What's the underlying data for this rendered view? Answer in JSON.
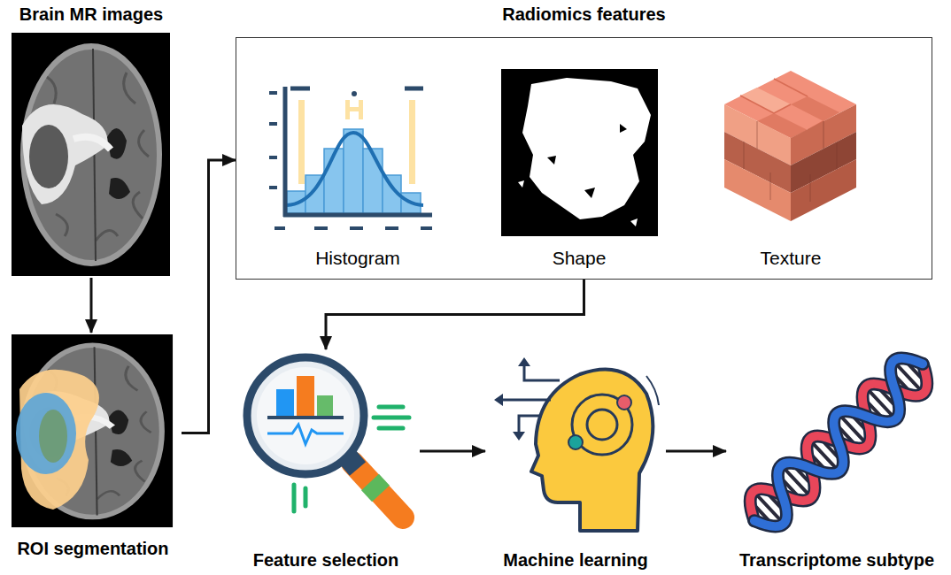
{
  "diagram": {
    "nodes": [
      {
        "text": [
          "Brain MR images"
        ]
      },
      {
        "text": [
          "ROI segmentation"
        ]
      },
      {
        "text": [
          "Radiomics features"
        ]
      },
      {
        "text": [
          "Histogram"
        ],
        "in": 2
      },
      {
        "text": [
          "Shape"
        ],
        "in": 2
      },
      {
        "text": [
          "Texture"
        ],
        "in": 2
      },
      {
        "text": [
          "Feature selection"
        ]
      },
      {
        "text": [
          "Machine learning"
        ]
      },
      {
        "text": [
          "Transcriptome subtype"
        ]
      }
    ],
    "edges": [
      {
        "from": 0,
        "to": 1,
        "arrow": "to"
      },
      {
        "from": 1,
        "to": 2,
        "arrow": "to"
      },
      {
        "from": 2,
        "to": 6,
        "arrow": "to"
      },
      {
        "from": 6,
        "to": 7,
        "arrow": "to"
      },
      {
        "from": 7,
        "to": 8,
        "arrow": "to"
      }
    ]
  }
}
